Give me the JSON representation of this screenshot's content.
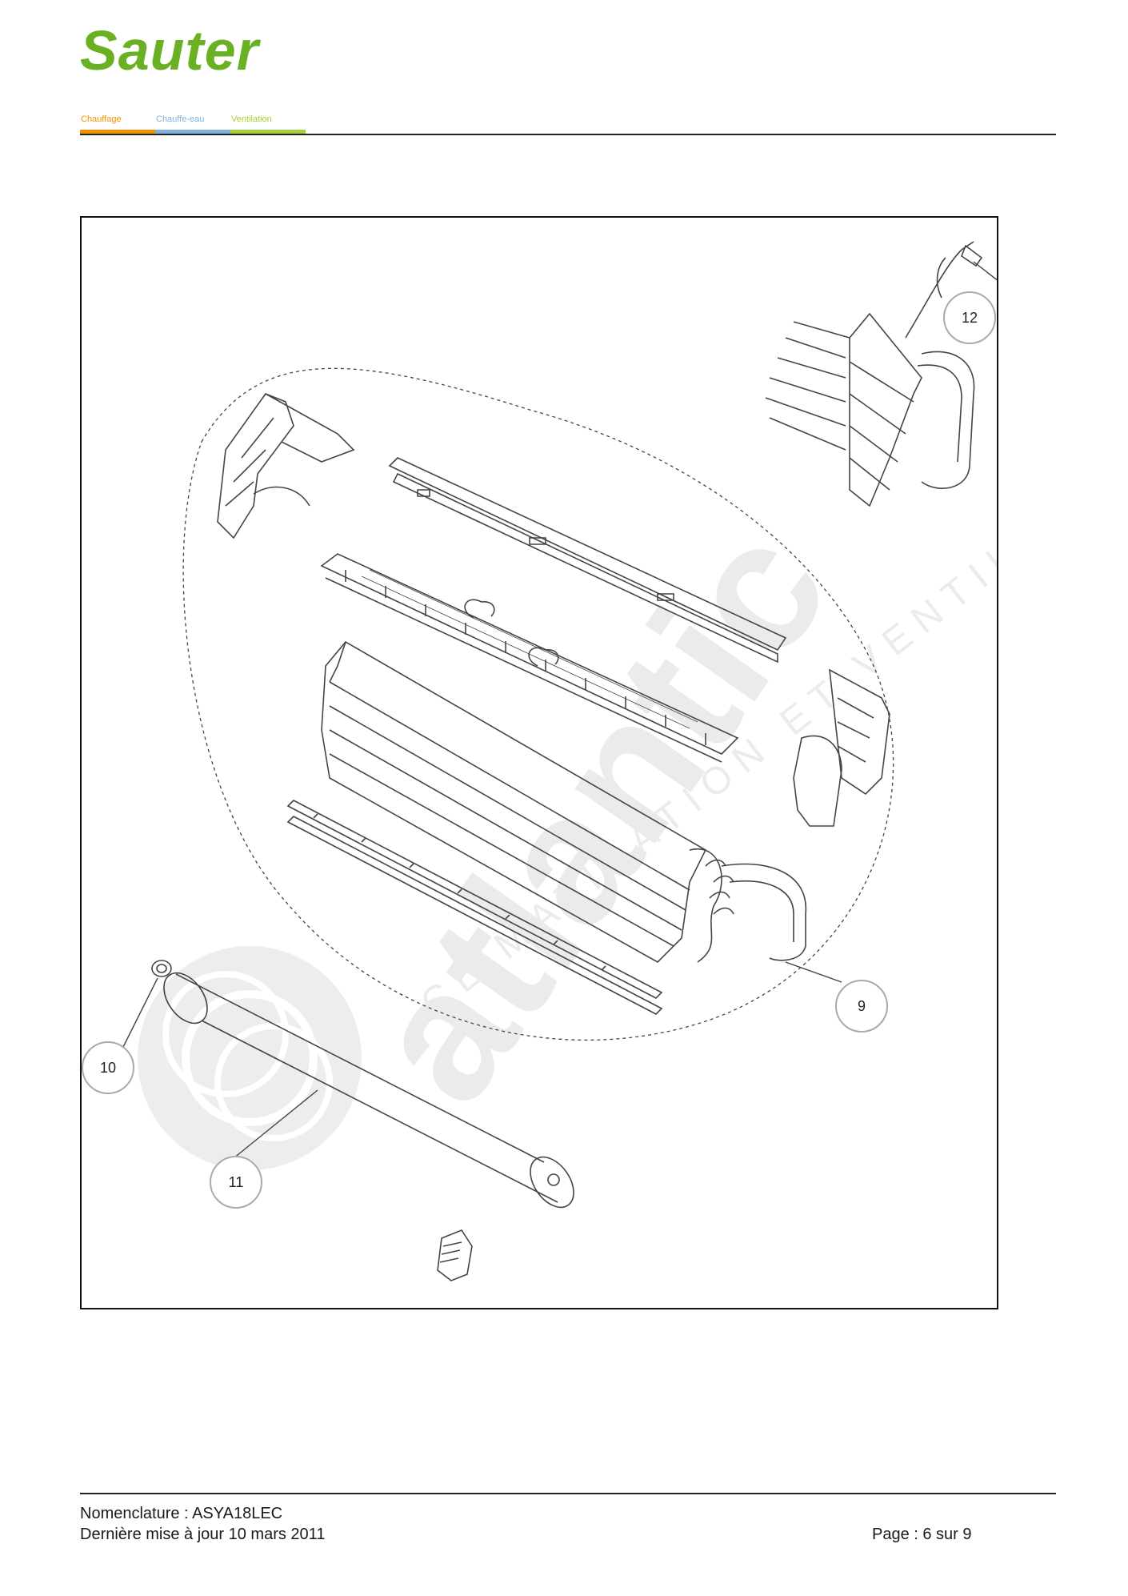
{
  "brand": {
    "name": "Sauter",
    "color": "#6ab023",
    "tagline": [
      {
        "label": "Chauffage",
        "color": "#f39200"
      },
      {
        "label": "Chauffe-eau",
        "color": "#7eb2dd"
      },
      {
        "label": "Ventilation",
        "color": "#a6ce39"
      }
    ]
  },
  "watermark": {
    "brand": "atlantic",
    "subline": "CLIMATISATION ET VENTILATION"
  },
  "diagram": {
    "callouts": [
      {
        "number": "12"
      },
      {
        "number": "9"
      },
      {
        "number": "10"
      },
      {
        "number": "11"
      }
    ]
  },
  "footer": {
    "nomenclature": "Nomenclature : ASYA18LEC",
    "updated": "Dernière mise à jour 10 mars 2011",
    "page": "Page : 6 sur 9"
  }
}
